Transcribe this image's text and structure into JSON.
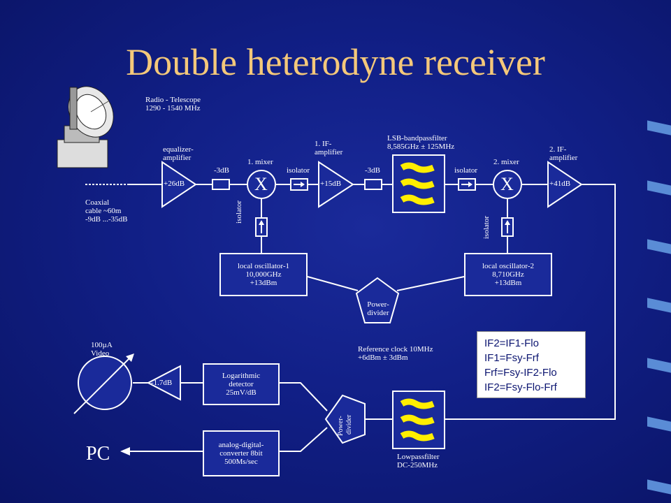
{
  "title": "Double heterodyne receiver",
  "telescope": {
    "label_line1": "Radio - Telescope",
    "label_line2": "1290 - 1540 MHz"
  },
  "coax": {
    "line1": "Coaxial",
    "line2": "cable ~60m",
    "line3": "-9dB ...-35dB"
  },
  "eq_amp": {
    "label_line1": "equalizer-",
    "label_line2": "amplifier",
    "gain": "+26dB"
  },
  "att1": "-3dB",
  "mixer1": {
    "label": "1. mixer",
    "symbol": "X"
  },
  "isolator_label": "isolator",
  "if1_amp": {
    "label_line1": "1. IF-",
    "label_line2": "amplifier",
    "gain": "+15dB"
  },
  "att2": "-3dB",
  "lsb_filter": {
    "line1": "LSB-bandpassfilter",
    "line2": "8,585GHz ± 125MHz"
  },
  "mixer2": {
    "label": "2. mixer",
    "symbol": "X"
  },
  "if2_amp": {
    "label_line1": "2. IF-",
    "label_line2": "amplifier",
    "gain": "+41dB"
  },
  "lo1": {
    "line1": "local oscillator-1",
    "line2": "10,000GHz",
    "line3": "+13dBm"
  },
  "lo2": {
    "line1": "local oscillator-2",
    "line2": "8,710GHz",
    "line3": "+13dBm"
  },
  "power_divider1": {
    "line1": "Power-",
    "line2": "divider"
  },
  "ref_clock": {
    "line1": "Reference clock  10MHz",
    "line2": "+6dBm ± 3dBm"
  },
  "formulas": [
    "IF2=IF1-Flo",
    "IF1=Fsy-Frf",
    "Frf=Fsy-IF2-Flo",
    "IF2=Fsy-Flo-Frf"
  ],
  "meter": {
    "line1": "100µA",
    "line2": "Video"
  },
  "att3": "-1.7dB",
  "log_det": {
    "line1": "Logarithmic",
    "line2": "detector",
    "line3": "25mV/dB"
  },
  "adc": {
    "line1": "analog-digital-",
    "line2": "converter 8bit",
    "line3": "500Ms/sec"
  },
  "power_divider2": {
    "line1": "Power-",
    "line2": "divider"
  },
  "lowpass": {
    "line1": "Lowpassfilter",
    "line2": "DC-250MHz"
  },
  "pc_label": "PC",
  "colors": {
    "background": "#111f86",
    "title": "#f4c87a",
    "filter_wave": "#ffee00"
  }
}
